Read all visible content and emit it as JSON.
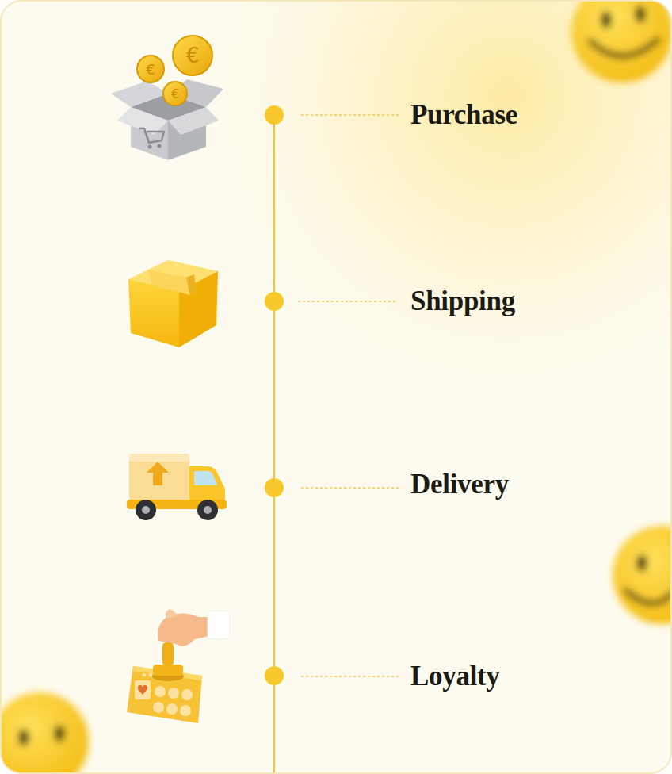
{
  "diagram": {
    "labels": [
      "Purchase",
      "Shipping",
      "Delivery",
      "Loyalty"
    ]
  }
}
